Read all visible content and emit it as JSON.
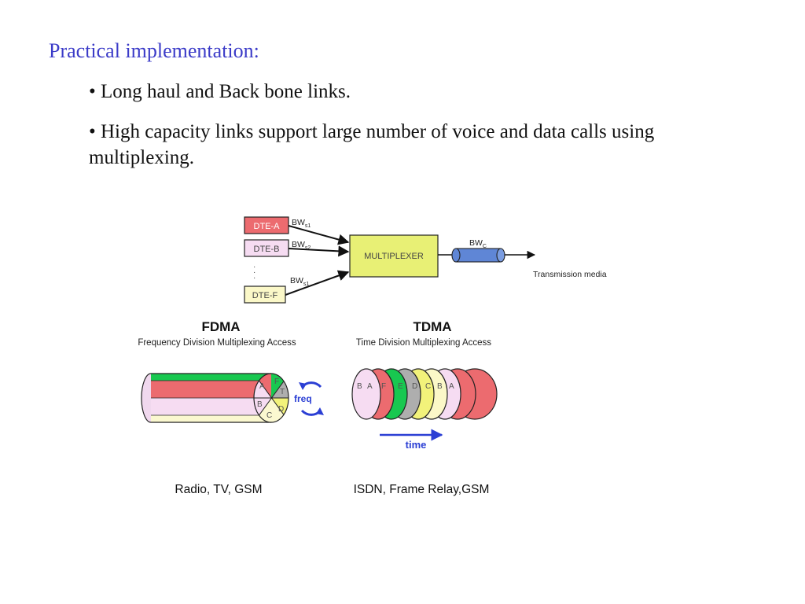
{
  "heading": "Practical implementation:",
  "bullets": [
    "• Long haul and Back bone links.",
    "• High capacity links support large number of voice and data calls using multiplexing."
  ],
  "diagram": {
    "inputs": [
      {
        "label": "DTE-A",
        "bw_main": "BW",
        "bw_sub": "s1",
        "color": "#ec6b6f"
      },
      {
        "label": "DTE-B",
        "bw_main": "BW",
        "bw_sub": "s2",
        "color": "#f6dcf2"
      },
      {
        "label": "DTE-F",
        "bw_main": "BW",
        "bw_sub": "s1",
        "color": "#fbf8c8"
      }
    ],
    "ellipsis": "·\n·\n·",
    "multiplexer_label": "MULTIPLEXER",
    "multiplexer_color": "#e8f075",
    "output_bw_main": "BW",
    "output_bw_sub": "C",
    "cable_color": "#5f86d6",
    "transmission_label": "Transmission media"
  },
  "fdma": {
    "title": "FDMA",
    "subtitle": "Frequency Division Multiplexing Access",
    "slice_labels": [
      "F",
      "T",
      "D",
      "C",
      "B",
      "A"
    ],
    "freq_label": "freq",
    "applications": "Radio, TV, GSM"
  },
  "tdma": {
    "title": "TDMA",
    "subtitle": "Time Division Multiplexing Access",
    "slot_labels": [
      "B",
      "A",
      "F",
      "E",
      "D",
      "C",
      "B",
      "A"
    ],
    "time_label": "time",
    "applications": "ISDN, Frame Relay,GSM"
  },
  "colors": {
    "heading": "#3b3bc8",
    "red": "#ec6b6f",
    "pink": "#f6dcf2",
    "green": "#18c850",
    "gray": "#aeaeae",
    "yellow": "#f2f27a",
    "cream": "#fbf8d0",
    "blue_accent": "#2b3fd4"
  }
}
